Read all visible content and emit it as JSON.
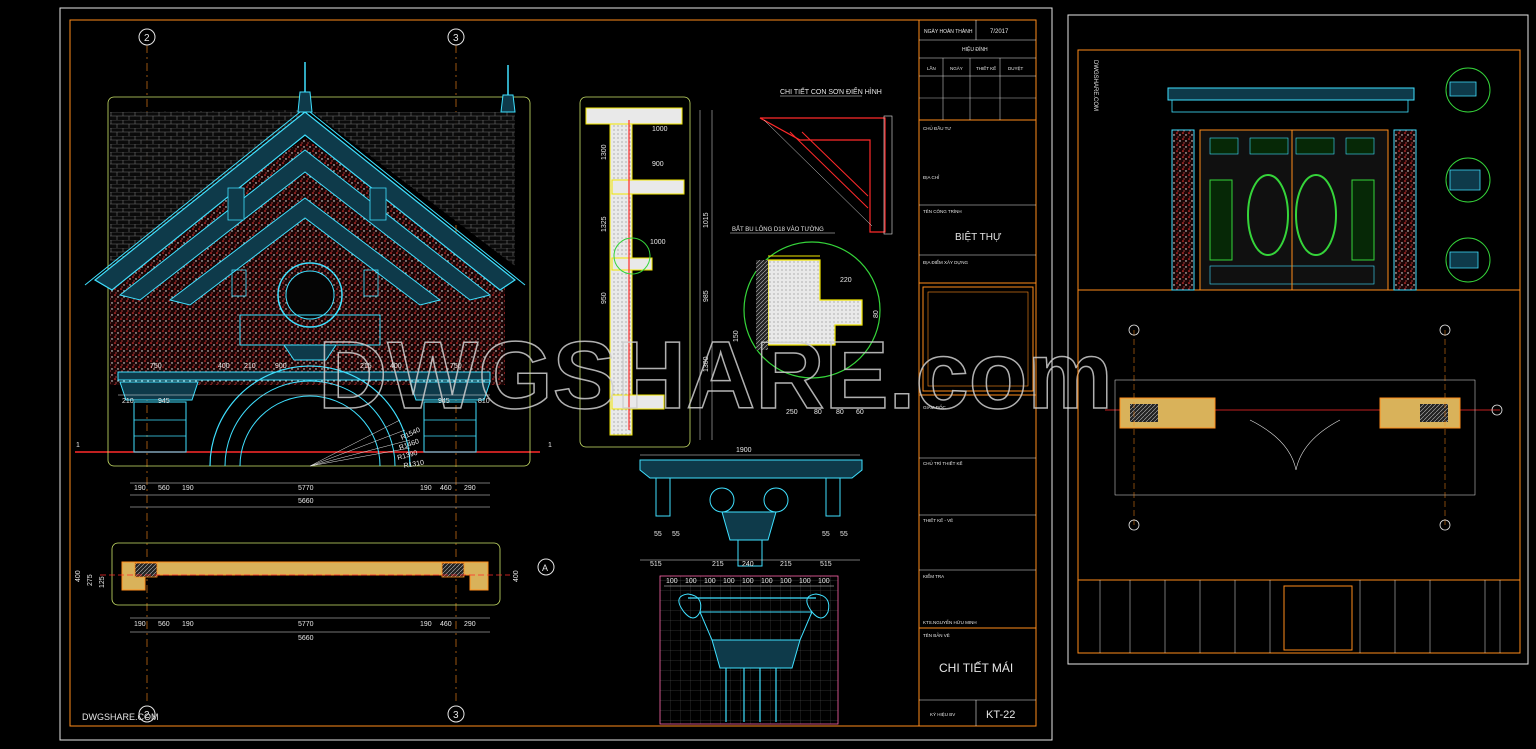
{
  "title_block": {
    "date_label": "NGÀY HOÀN THÀNH",
    "date_value": "7/2017",
    "revision_header": "HIỆU ĐÍNH",
    "revision_cols": [
      "LẦN",
      "NGÀY",
      "THIẾT KẾ",
      "DUYỆT"
    ],
    "owner_label": "CHỦ ĐẦU TƯ",
    "address_label": "ĐỊA CHỈ",
    "project_label": "TÊN CÔNG TRÌNH",
    "project_name": "BIỆT THỰ",
    "location_label": "ĐỊA ĐIỂM XÂY DỰNG",
    "director_label": "GIÁM ĐỐC",
    "lead_designer_label": "CHỦ TRÌ THIẾT KẾ",
    "drafter_label": "THIẾT KẾ - VẼ",
    "checker_label": "KIỂM TRA",
    "architect_label": "KTS.NGUYỄN HỮU MINH",
    "drawing_name_label": "TÊN BẢN VẼ",
    "drawing_name": "CHI TIẾT MÁI",
    "sheet_label": "KÝ HIỆU BV",
    "sheet_number": "KT-22"
  },
  "annotations": {
    "corbel_title": "CHI TIẾT CON SƠN ĐIỂN HÌNH",
    "bolt_note": "BẮT BU LÔNG D18 VÀO TƯỜNG",
    "grid_top_left": "2",
    "grid_top_right": "3",
    "section_marker": "A",
    "axis_marker": "1"
  },
  "dimensions": {
    "elevation_bottom_parts": [
      "190",
      "560",
      "190",
      "190",
      "460",
      "290"
    ],
    "elevation_mid": "5770",
    "elevation_total": "5660",
    "elevation_top_parts": [
      "210",
      "945",
      "945",
      "810"
    ],
    "row_a": [
      "750",
      "400",
      "210",
      "900",
      "215",
      "400",
      "750"
    ],
    "section_widths": [
      "1000",
      "900",
      "1000"
    ],
    "section_heights": [
      "1300",
      "1325",
      "1015",
      "950",
      "985",
      "1300"
    ],
    "detail_dims": [
      "220",
      "250",
      "80",
      "80",
      "60",
      "80",
      "150"
    ],
    "capital_total": "1900",
    "capital_parts": [
      "515",
      "215",
      "240",
      "215",
      "515"
    ],
    "capital_sub": [
      "55",
      "55",
      "55",
      "55"
    ],
    "ionic_grid": [
      "100",
      "100",
      "100",
      "100",
      "100",
      "100",
      "100",
      "100",
      "100"
    ],
    "plan_total": "5660",
    "plan_mid": "5770",
    "plan_side": [
      "190",
      "560",
      "190",
      "190",
      "460",
      "290"
    ],
    "plan_left_heights": [
      "400",
      "275",
      "125"
    ],
    "plan_right_height": "400",
    "radius_labels": [
      "R1540",
      "R1460",
      "R1390",
      "R1310"
    ]
  },
  "watermarks": {
    "main": "DWGSHARE.com",
    "corner": "DWGSHARE.COM",
    "side": "DWGSHARE.COM"
  },
  "colors": {
    "background": "#000000",
    "frame_orange": "#ff8c1a",
    "frame_white": "#e6e6e6",
    "cyan": "#3fe0ff",
    "green": "#35d43a",
    "red": "#ff2a2a",
    "yellow": "#f2e600",
    "pink": "#ff66aa"
  }
}
